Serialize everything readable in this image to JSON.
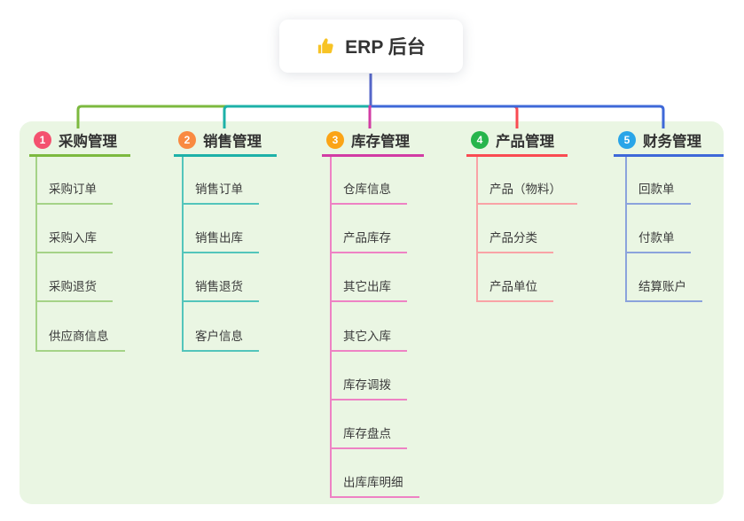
{
  "root": {
    "icon": "thumbs-up-icon",
    "label": "ERP 后台"
  },
  "branches": [
    {
      "badge": "1",
      "label": "采购管理",
      "badge_color": "#f4516f",
      "line_color": "#7cb93f",
      "child_line_color": "#a5d387",
      "children": [
        "采购订单",
        "采购入库",
        "采购退货",
        "供应商信息"
      ]
    },
    {
      "badge": "2",
      "label": "销售管理",
      "badge_color": "#f98a41",
      "line_color": "#1db1a8",
      "child_line_color": "#53c5bb",
      "children": [
        "销售订单",
        "销售出库",
        "销售退货",
        "客户信息"
      ]
    },
    {
      "badge": "3",
      "label": "库存管理",
      "badge_color": "#fba416",
      "line_color": "#d23ca4",
      "child_line_color": "#ee82c4",
      "children": [
        "仓库信息",
        "产品库存",
        "其它出库",
        "其它入库",
        "库存调拨",
        "库存盘点",
        "出库库明细"
      ]
    },
    {
      "badge": "4",
      "label": "产品管理",
      "badge_color": "#27b54c",
      "line_color": "#f94b52",
      "child_line_color": "#f9a3a6",
      "children": [
        "产品（物料）",
        "产品分类",
        "产品单位"
      ]
    },
    {
      "badge": "5",
      "label": "财务管理",
      "badge_color": "#29a5e8",
      "line_color": "#3e68d8",
      "child_line_color": "#8ba3dc",
      "children": [
        "回款单",
        "付款单",
        "结算账户"
      ]
    }
  ],
  "colors": {
    "panel_background": "#eaf6e3",
    "trunk": "#5566c9",
    "text": "#333333"
  }
}
